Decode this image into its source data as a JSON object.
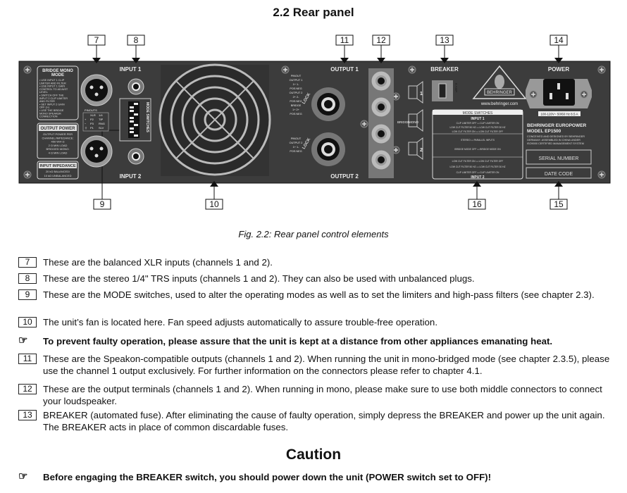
{
  "section_title": "2.2 Rear panel",
  "figure_caption": "Fig. 2.2: Rear panel control elements",
  "callouts": {
    "c7": "7",
    "c8": "8",
    "c9": "9",
    "c10": "10",
    "c11": "11",
    "c12": "12",
    "c13": "13",
    "c14": "14",
    "c15": "15",
    "c16": "16"
  },
  "panel": {
    "input1": "INPUT 1",
    "input2": "INPUT 2",
    "bridge_mono_title": "BRIDGE MONO",
    "bridge_mono_title2": "MODE",
    "bridge_mono_lines": [
      "• USE INPUT 1 CLIP",
      "LIMITER AND FILTER",
      "• USE INPUT 1 GAIN",
      "CONTROL TO ADJUST",
      "LEVEL",
      "• SWITCH OFF THE",
      "INPUT 2 CLIP LIMITER",
      "AND FILTER",
      "• SET INPUT 2 GAIN",
      "OFF (∞)",
      "• USE THE BRIDGE",
      "MONO SPEAKER",
      "CONNECTION"
    ],
    "output_power_title": "OUTPUT POWER",
    "output_power_lines": [
      "OUTPUT POWER PER",
      "CHANNEL/IMPEDANCE:",
      "450 W/4 Ω",
      "2 Ω MIN LOAD",
      "BRIDGED MONO:",
      "4 Ω MIN LOAD"
    ],
    "input_impedance_title": "INPUT IMPEDANCE",
    "input_impedance_lines": [
      "20 kΩ BALANCED/",
      "10 kΩ UNBALANCED"
    ],
    "pinouts_label": "PINOUTS",
    "pinouts_cols": [
      "XLR",
      "1/4"
    ],
    "pinouts_rows": [
      [
        "+",
        "P2",
        "TIP"
      ],
      [
        "−",
        "P3",
        "RNG"
      ],
      [
        "⏚",
        "P1",
        "SLV"
      ]
    ],
    "mode_switches_vertical": "MODE SWITCHES",
    "output1": "OUTPUT 1",
    "output2": "OUTPUT 2",
    "lock": "LOCK",
    "pinout_out_title": "PINOUT",
    "pinout_out_rows": [
      "OUTPUT 1",
      "1+  1-",
      "POS NEG",
      "OUTPUT 2",
      "2+  2-",
      "POS NEG",
      "BRIDGE",
      "1+  2+",
      "POS NEG"
    ],
    "pinout_out2_rows": [
      "OUTPUT 2",
      "1+  1-",
      "POS NEG"
    ],
    "bridge": "BRIDGE",
    "mono": "MONO",
    "speaker1": "1",
    "speaker2": "2",
    "breaker": "BREAKER",
    "breaker_amp": "8 AMP",
    "brand": "BEHRINGER",
    "website": "www.behringer.com",
    "mode_box_title": "MODE SWITCHES",
    "mode_box_input1": "INPUT 1",
    "mode_box_input2": "INPUT 2",
    "mode_box_rows": [
      "CLIP LIMITER OFF  ▭  CLIP LIMITER ON",
      "LOW CUT FILTER 50 HZ  ▭  LOW CUT FILTER 30 HZ",
      "LOW CUT FILTER ON  ▭  LOW CUT FILTER OFF",
      "STEREO  ▭  PARALLEL INPUTS",
      "BRIDGE MODE OFF  ▭  BRIDGE MODE ON",
      "LOW CUT FILTER ON  ▭  LOW CUT FILTER OFF",
      "LOW CUT FILTER 50 HZ  ▭  LOW CUT FILTER 30 HZ",
      "CLIP LIMITER OFF  ▭  CLIP LIMITER ON"
    ],
    "power": "POWER",
    "power_rating": "100-120V~ 50/60 Hz 8.5 A",
    "model_line1": "BEHRINGER EUROPOWER",
    "model_line2": "MODEL EP1500",
    "model_fine": [
      "CONCEIVED AND DESIGNED BY BEHRINGER",
      "GERMANY. ASSEMBLED IN CHINA UNDER",
      "ISO9000 CERTIFIED MANAGEMENT SYSTEM"
    ],
    "serial_number": "SERIAL NUMBER",
    "date_code": "DATE CODE"
  },
  "items": [
    {
      "num": "7",
      "text": "These are the balanced XLR inputs (channels 1 and 2)."
    },
    {
      "num": "8",
      "text": "These are the stereo 1/4\" TRS inputs (channels 1 and 2). They can also be used with unbalanced plugs."
    },
    {
      "num": "9",
      "text": "These are the MODE switches, used to alter the operating modes as well as to set the limiters and high-pass filters (see chapter 2.3)."
    },
    {
      "num": "10",
      "text": "The unit’s fan is located here. Fan speed adjusts automatically to assure trouble-free operation."
    },
    {
      "note": "To prevent faulty operation, please assure that the unit is kept at a distance from other appliances emanating heat."
    },
    {
      "num": "11",
      "text": "These are the Speakon-compatible outputs (channels 1 and 2). When running the unit in mono-bridged mode (see chapter 2.3.5), please use the channel 1 output exclusively. For further information on the connectors please refer to chapter 4.1."
    },
    {
      "num": "12",
      "text": "These are the output terminals (channels 1 and 2). When running in mono, please make sure to use both middle connectors to connect your loudspeaker."
    },
    {
      "num": "13",
      "text": "BREAKER (automated fuse). After eliminating the cause of faulty operation, simply depress the BREAKER and power up the unit again. The BREAKER acts in place of common discardable fuses."
    }
  ],
  "caution_title": "Caution",
  "caution_note": "Before engaging the BREAKER switch, you should power down the unit (POWER switch set to OFF)!",
  "hand_icon": "☞"
}
